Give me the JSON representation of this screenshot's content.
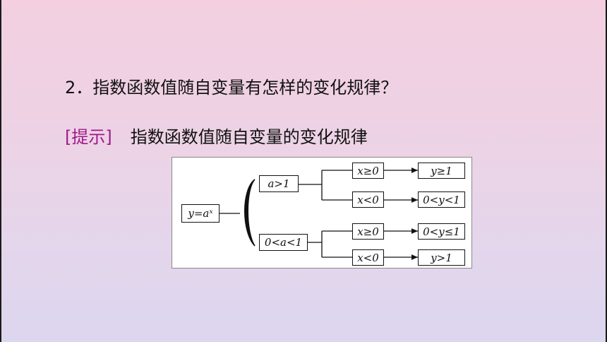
{
  "question": "2．指数函数值随自变量有怎样的变化规律？",
  "hint": {
    "tag": "[提示]",
    "text": "指数函数值随自变量的变化规律"
  },
  "diagram": {
    "root": "y=aˣ",
    "case1": "a>1",
    "case2": "0<a<1",
    "case1_x_nonneg": "x≥0",
    "case1_x_neg": "x<0",
    "case2_x_nonneg": "x≥0",
    "case2_x_neg": "x<0",
    "case1_result_nonneg": "y≥1",
    "case1_result_neg": "0<y<1",
    "case2_result_nonneg": "0<y≤1",
    "case2_result_neg": "y>1"
  }
}
